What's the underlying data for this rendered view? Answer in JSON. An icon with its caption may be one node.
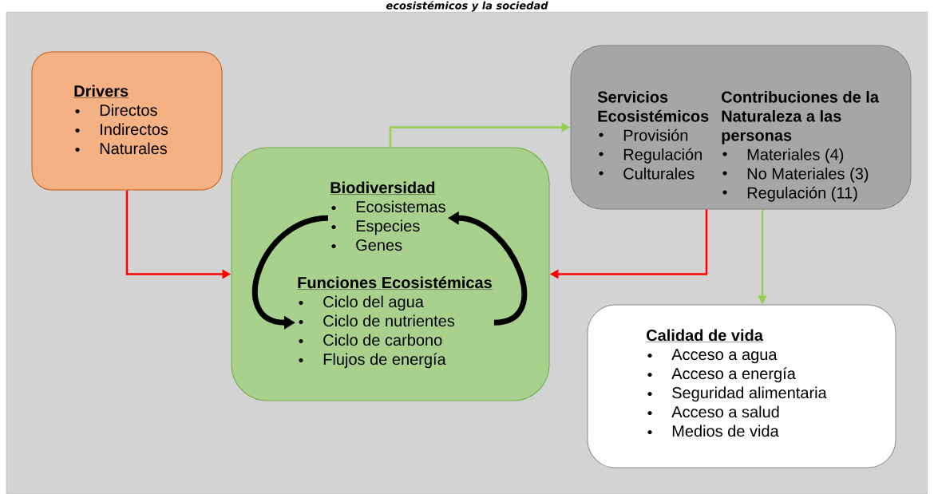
{
  "diagram": {
    "title": "ecosistémicos y la sociedad",
    "nodes": [
      {
        "text": [
          "Drivers",
          "Directos",
          "Indirectos",
          "Naturales"
        ]
      },
      {
        "text": [],
        "shape": "box"
      },
      {
        "text": [
          "Biodiversidad",
          "Ecosistemas",
          "Especies",
          "Genes"
        ],
        "in": 1
      },
      {
        "text": [
          "Funciones Ecosistémicas",
          "Ciclo del agua",
          "Ciclo de nutrientes",
          "Ciclo de carbono",
          "Flujos de energía"
        ],
        "in": 1
      },
      {
        "text": [
          "Servicios Ecosistémicos",
          "Provisión",
          "Regulación",
          "Culturales",
          "Contribuciones de la Naturaleza a las personas",
          "Materiales (4)",
          "No Materiales (3)",
          "Regulación (11)"
        ]
      },
      {
        "text": [
          "Calidad de vida",
          "Acceso a agua",
          "Acceso a energía",
          "Seguridad alimentaria",
          "Acceso a salud",
          "Medios de vida"
        ]
      }
    ],
    "edges": [
      {
        "from": 0,
        "to": 1,
        "arrow": "to",
        "color": "#ff0000"
      },
      {
        "from": 1,
        "to": 4,
        "arrow": "to",
        "color": "#92d050"
      },
      {
        "from": 4,
        "to": 1,
        "arrow": "to",
        "color": "#ff0000"
      },
      {
        "from": 4,
        "to": 5,
        "arrow": "to",
        "color": "#92d050"
      },
      {
        "from": 2,
        "to": 3,
        "arrow": "to",
        "style": "thick",
        "color": "#000000"
      },
      {
        "from": 3,
        "to": 2,
        "arrow": "to",
        "style": "thick",
        "color": "#000000"
      }
    ]
  }
}
